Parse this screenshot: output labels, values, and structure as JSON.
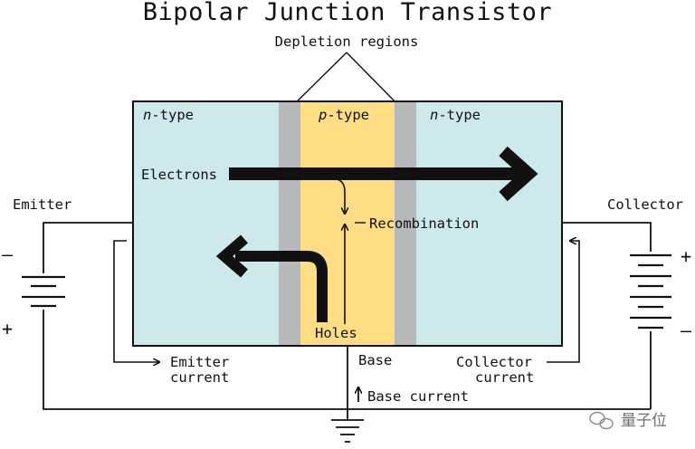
{
  "title": "Bipolar Junction Transistor",
  "labels": {
    "depletion_regions": "Depletion regions",
    "n_type_left_italic": "n",
    "n_type_left_rest": "-type",
    "p_type_italic": "p",
    "p_type_rest": "-type",
    "n_type_right_italic": "n",
    "n_type_right_rest": "-type",
    "electrons": "Electrons",
    "recombination": "Recombination",
    "holes": "Holes",
    "emitter": "Emitter",
    "collector": "Collector",
    "base": "Base",
    "emitter_current_line1": "Emitter",
    "emitter_current_line2": "current",
    "collector_current_line1": "Collector",
    "collector_current_line2": "current",
    "base_current": "Base current",
    "emitter_minus": "–",
    "emitter_plus": "+",
    "collector_plus": "+",
    "collector_minus": "–"
  },
  "watermark": "量子位",
  "colors": {
    "n_region": "#cde9ec",
    "p_region": "#fedd85",
    "depletion": "#b6b8bb",
    "outline": "#111111"
  }
}
